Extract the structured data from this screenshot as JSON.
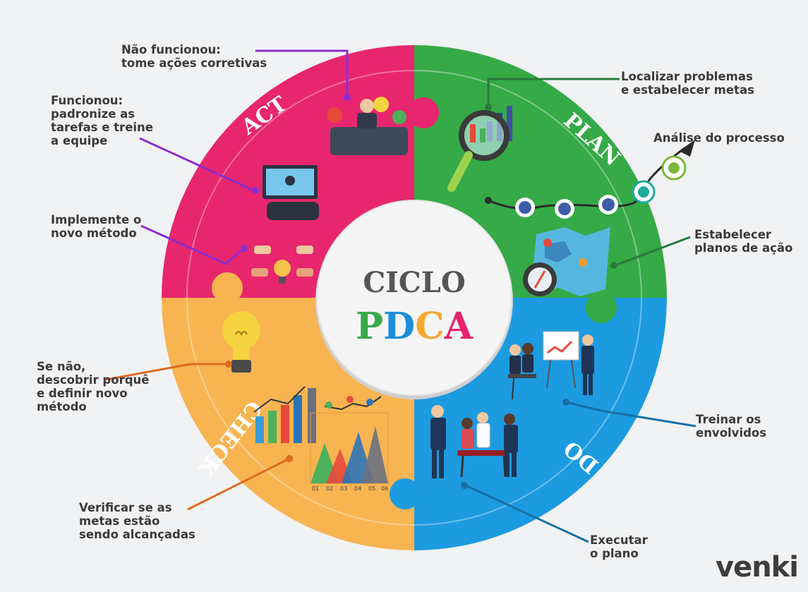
{
  "center": {
    "line1": "CICLO",
    "p": "P",
    "d": "D",
    "c": "C",
    "a": "A"
  },
  "phases": {
    "act": "ACT",
    "plan": "PLAN",
    "do": "DO",
    "check": "CHECK"
  },
  "callouts": {
    "nao_funcionou": [
      "Não funcionou:",
      "tome ações corretivas"
    ],
    "funcionou": [
      "Funcionou:",
      "padronize as",
      "tarefas e treine",
      "a equipe"
    ],
    "implemente": [
      "Implemente o",
      "novo método"
    ],
    "se_nao": [
      "Se não,",
      "descobrir porquê",
      "e definir novo",
      "método"
    ],
    "verificar": [
      "Verificar se as",
      "metas estão",
      "sendo alcançadas"
    ],
    "localizar": [
      "Localizar problemas",
      "e estabelecer metas"
    ],
    "analise": [
      "Análise do processo"
    ],
    "estabelecer": [
      "Estabelecer",
      "planos de ação"
    ],
    "treinar": [
      "Treinar os",
      "envolvidos"
    ],
    "executar": [
      "Executar",
      "o plano"
    ]
  },
  "chart_axis": [
    "01",
    "02",
    "03",
    "04",
    "05",
    "06"
  ],
  "brand": "venki",
  "colors": {
    "act": "#e8266d",
    "plan": "#35aa47",
    "do": "#1d9be0",
    "check": "#f7b451",
    "p": "#38a84a",
    "d": "#1c8fd8",
    "c": "#f6a72e",
    "a": "#e8246c"
  }
}
